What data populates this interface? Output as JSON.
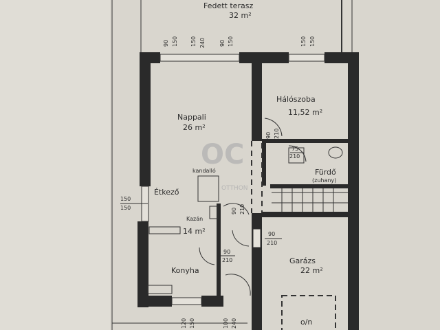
{
  "plan": {
    "rooms": {
      "terrace": {
        "name": "Fedett terasz",
        "area": "32 m²"
      },
      "living": {
        "name": "Nappali",
        "area": "26 m²"
      },
      "bedroom": {
        "name": "Hálószoba",
        "area": "11,52 m²"
      },
      "bathroom": {
        "name": "Fürdő",
        "note": "(zuhany)"
      },
      "dining": {
        "name": "Étkező"
      },
      "kitchen": {
        "name": "Konyha",
        "area": "14 m²"
      },
      "garage": {
        "name": "Garázs",
        "area": "22 m²"
      }
    },
    "fixtures": {
      "fireplace": "kandalló",
      "boiler": "Kazán",
      "car": "o/n"
    },
    "openings": {
      "w1": {
        "w": "90",
        "h": "150"
      },
      "w2": {
        "w": "150",
        "h": "240"
      },
      "w3": {
        "w": "90",
        "h": "150"
      },
      "w4": {
        "w": "150",
        "h": "150"
      },
      "w_dining": {
        "w": "150",
        "h": "150"
      },
      "d_bedroom": {
        "w": "90",
        "h": "210"
      },
      "d_bath": {
        "w": "75",
        "h": "210"
      },
      "d_hall": {
        "w": "90",
        "h": "210"
      },
      "d_garage": {
        "w": "90",
        "h": "210"
      },
      "d_kitchen": {
        "w": "90",
        "h": "210"
      },
      "w_kitchen": {
        "w": "120",
        "h": "150"
      },
      "d_entry": {
        "w": "100",
        "h": "240"
      }
    },
    "watermark": {
      "logo": "OC",
      "text": "OTTHON"
    }
  }
}
